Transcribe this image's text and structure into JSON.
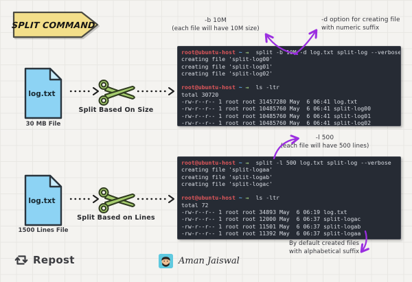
{
  "title": {
    "banner": "SPLIT COMMAND"
  },
  "colors": {
    "accent_purple": "#9b2fe0",
    "banner_yellow": "#f3df8a",
    "file_blue": "#8dd3f4",
    "scissors_green": "#a6cd6e",
    "terminal_bg": "#262b34",
    "prompt_user": "#e0575b",
    "prompt_path": "#61afef",
    "prompt_arrow": "#98c379"
  },
  "annotations": {
    "size_flag": {
      "line1": "-b 10M",
      "line2": "(each file will have 10M size)"
    },
    "numeric_suffix": {
      "line1": "-d option for creating file",
      "line2": "with numeric suffix"
    },
    "lines_flag": {
      "line1": "-l 500",
      "line2": "(each file will have 500 lines)"
    },
    "alpha_suffix": {
      "line1": "By default created files",
      "line2": "with alphabetical suffix"
    }
  },
  "rows": [
    {
      "file_label": "log.txt",
      "file_caption": "30 MB File",
      "split_caption": "Split Based On Size"
    },
    {
      "file_label": "log.txt",
      "file_caption": "1500 Lines File",
      "split_caption": "Split Based on Lines"
    }
  ],
  "terminals": [
    {
      "lines": [
        {
          "segments": [
            {
              "c": "user",
              "t": "root@ubuntu-host"
            },
            {
              "c": "path",
              "t": " ~"
            },
            {
              "c": "arrow",
              "t": " →"
            },
            {
              "c": "plain",
              "t": "  split -b 10M -d log.txt split-log --verbose"
            }
          ]
        },
        {
          "segments": [
            {
              "c": "plain",
              "t": "creating file 'split-log00'"
            }
          ]
        },
        {
          "segments": [
            {
              "c": "plain",
              "t": "creating file 'split-log01'"
            }
          ]
        },
        {
          "segments": [
            {
              "c": "plain",
              "t": "creating file 'split-log02'"
            }
          ]
        },
        {
          "segments": []
        },
        {
          "segments": [
            {
              "c": "user",
              "t": "root@ubuntu-host"
            },
            {
              "c": "path",
              "t": " ~"
            },
            {
              "c": "arrow",
              "t": " →"
            },
            {
              "c": "plain",
              "t": "  ls -ltr"
            }
          ]
        },
        {
          "segments": [
            {
              "c": "plain",
              "t": "total 30720"
            }
          ]
        },
        {
          "segments": [
            {
              "c": "plain",
              "t": "-rw-r--r-- 1 root root 31457280 May  6 06:41 log.txt"
            }
          ]
        },
        {
          "segments": [
            {
              "c": "plain",
              "t": "-rw-r--r-- 1 root root 10485760 May  6 06:41 split-log00"
            }
          ]
        },
        {
          "segments": [
            {
              "c": "plain",
              "t": "-rw-r--r-- 1 root root 10485760 May  6 06:41 split-log01"
            }
          ]
        },
        {
          "segments": [
            {
              "c": "plain",
              "t": "-rw-r--r-- 1 root root 10485760 May  6 06:41 split-log02"
            }
          ]
        }
      ]
    },
    {
      "lines": [
        {
          "segments": [
            {
              "c": "user",
              "t": "root@ubuntu-host"
            },
            {
              "c": "path",
              "t": " ~"
            },
            {
              "c": "arrow",
              "t": " →"
            },
            {
              "c": "plain",
              "t": "  split -l 500 log.txt split-log --verbose"
            }
          ]
        },
        {
          "segments": [
            {
              "c": "plain",
              "t": "creating file 'split-logaa'"
            }
          ]
        },
        {
          "segments": [
            {
              "c": "plain",
              "t": "creating file 'split-logab'"
            }
          ]
        },
        {
          "segments": [
            {
              "c": "plain",
              "t": "creating file 'split-logac'"
            }
          ]
        },
        {
          "segments": []
        },
        {
          "segments": [
            {
              "c": "user",
              "t": "root@ubuntu-host"
            },
            {
              "c": "path",
              "t": " ~"
            },
            {
              "c": "arrow",
              "t": " →"
            },
            {
              "c": "plain",
              "t": "  ls -ltr"
            }
          ]
        },
        {
          "segments": [
            {
              "c": "plain",
              "t": "total 72"
            }
          ]
        },
        {
          "segments": [
            {
              "c": "plain",
              "t": "-rw-r--r-- 1 root root 34893 May  6 06:19 log.txt"
            }
          ]
        },
        {
          "segments": [
            {
              "c": "plain",
              "t": "-rw-r--r-- 1 root root 12000 May  6 06:37 split-logac"
            }
          ]
        },
        {
          "segments": [
            {
              "c": "plain",
              "t": "-rw-r--r-- 1 root root 11501 May  6 06:37 split-logab"
            }
          ]
        },
        {
          "segments": [
            {
              "c": "plain",
              "t": "-rw-r--r-- 1 root root 11392 May  6 06:37 split-logaa"
            }
          ]
        }
      ]
    }
  ],
  "footer": {
    "repost_label": "Repost",
    "author_name": "Aman Jaiswal"
  }
}
